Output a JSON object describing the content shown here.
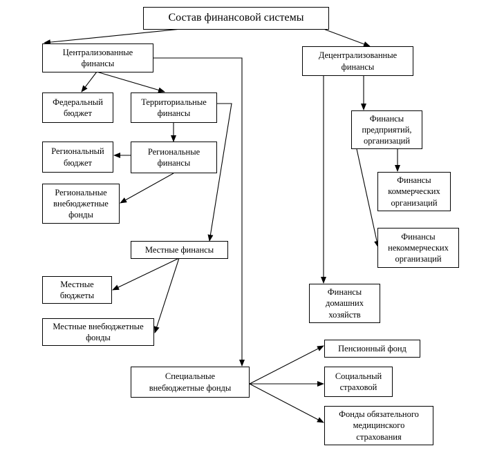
{
  "nodes": {
    "root": "Состав финансовой системы",
    "centralized": "Централизованные\nфинансы",
    "decentralized": "Децентрализованные\nфинансы",
    "federal_budget": "Федеральный\nбюджет",
    "territorial": "Территориальные\nфинансы",
    "regional_budget": "Региональный\nбюджет",
    "regional_finance": "Региональные\nфинансы",
    "regional_offbudget": "Региональные\nвнебюджетные\nфонды",
    "local_finance": "Местные финансы",
    "local_budgets": "Местные\nбюджеты",
    "local_offbudget": "Местные внебюджетные\nфонды",
    "special_funds": "Специальные\nвнебюджетные фонды",
    "enterprises": "Финансы\nпредприятий,\nорганизаций",
    "commercial": "Финансы\nкоммерческих\nорганизаций",
    "noncommercial": "Финансы\nнекоммерческих\nорганизаций",
    "households": "Финансы\nдомашних\nхозяйств",
    "pension": "Пенсионный фонд",
    "social": "Социальный\nстраховой",
    "medical": "Фонды обязательного\nмедицинского\nстрахования"
  }
}
